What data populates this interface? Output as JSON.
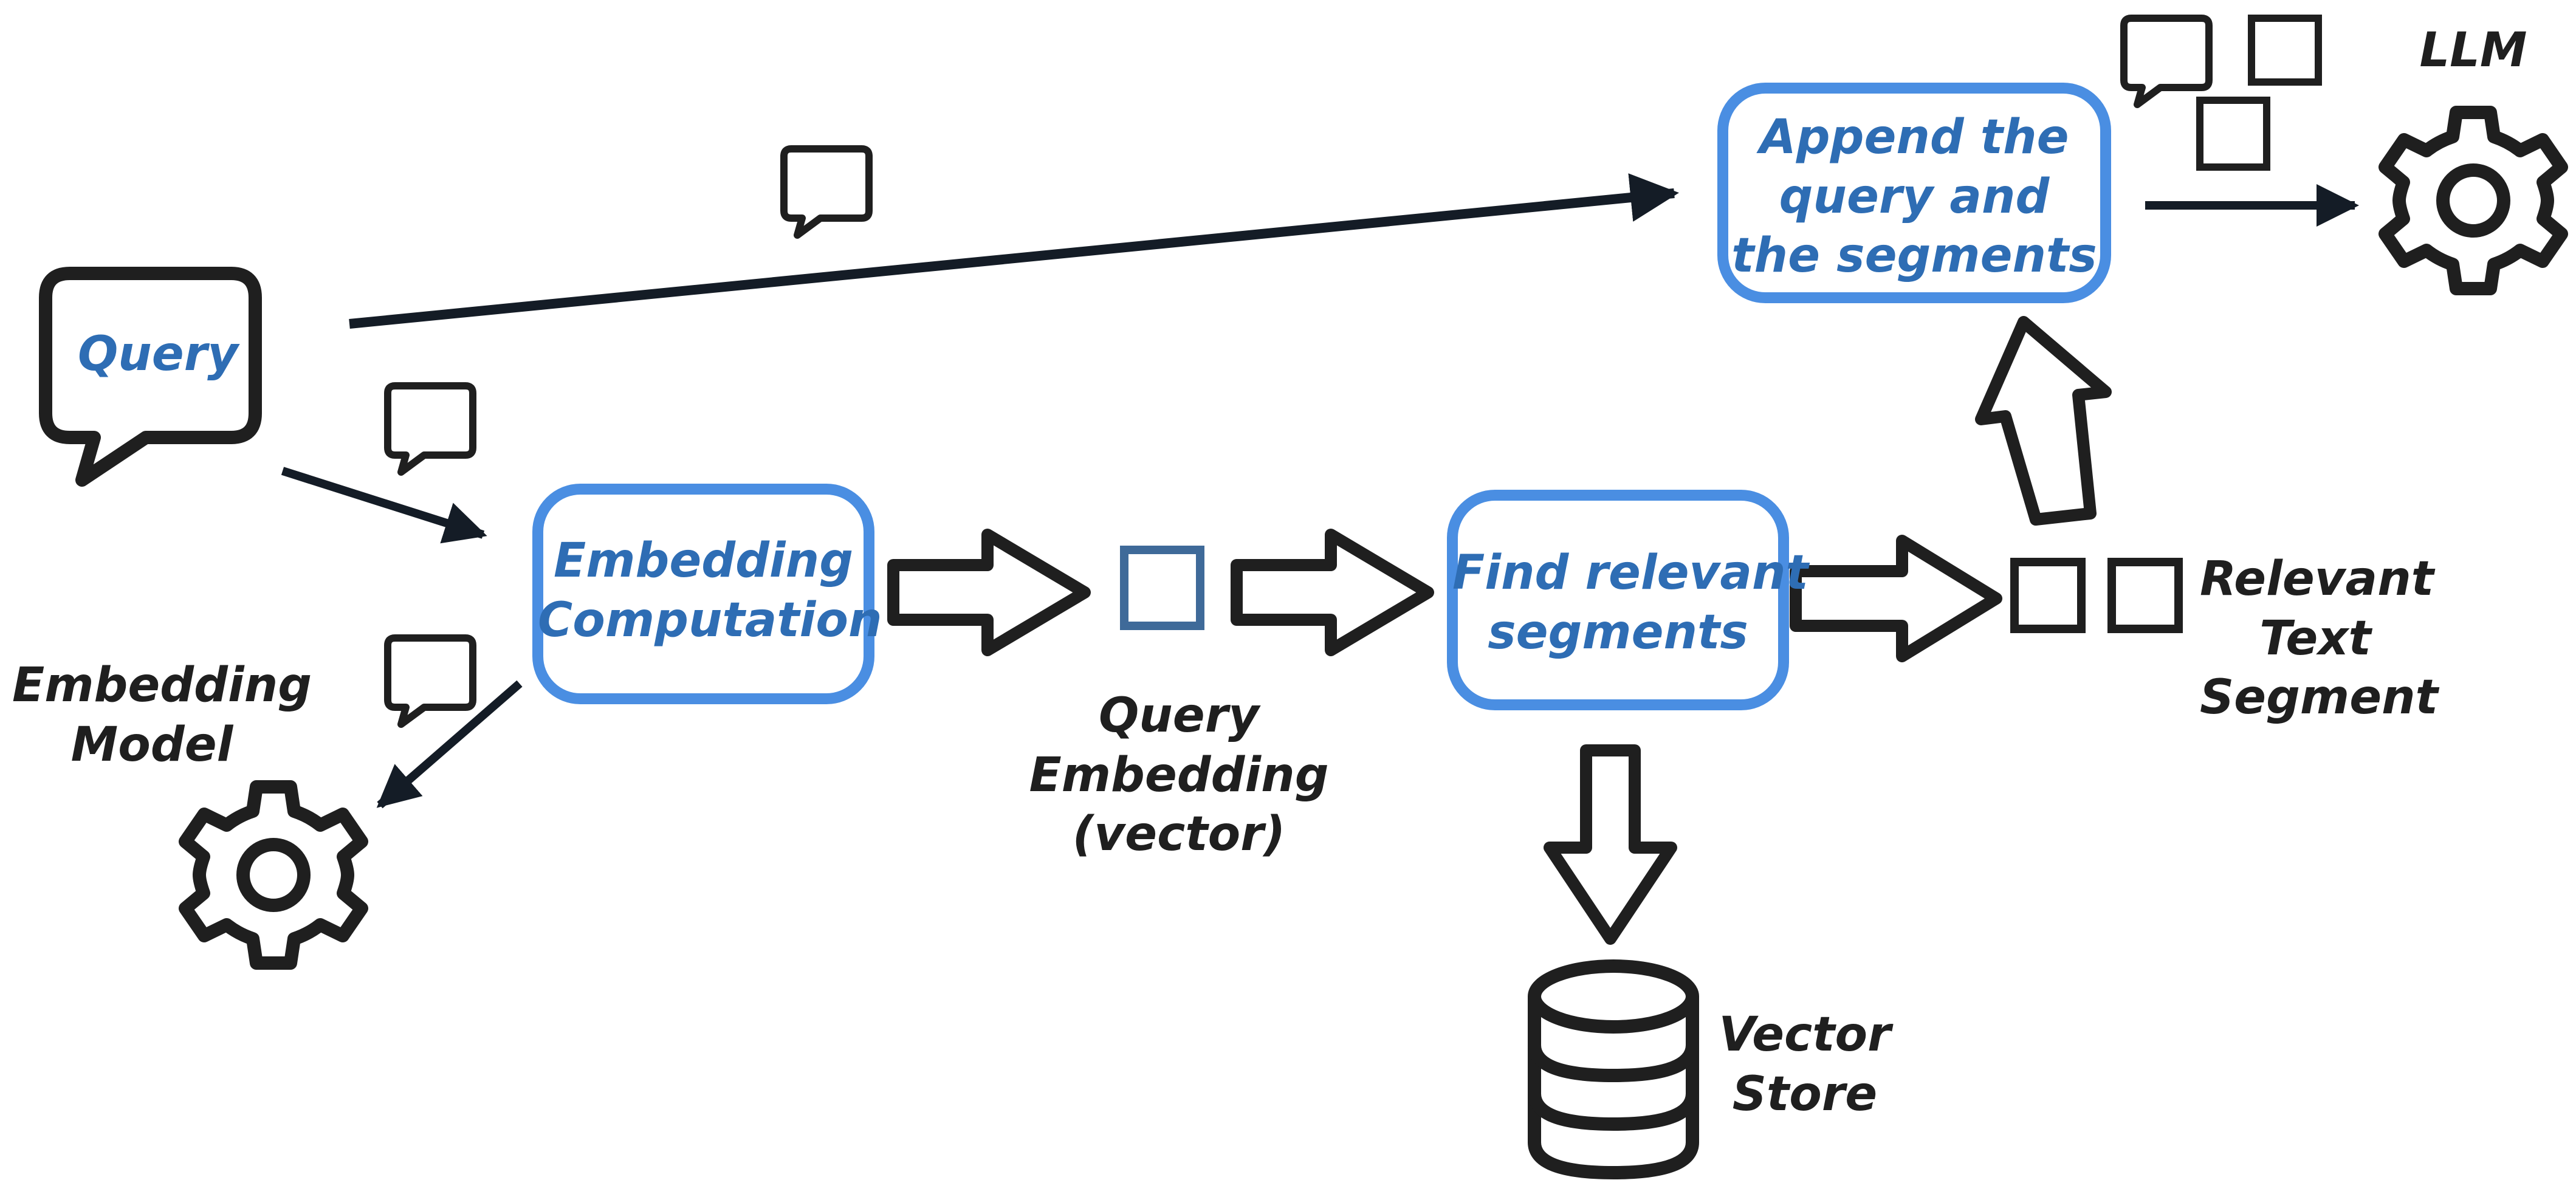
{
  "colors": {
    "ink": "#1f1f1f",
    "arrow_ink": "#141c26",
    "process_border": "#4a8ee2",
    "process_text": "#2e6db4",
    "vector_square": "#3f6a99",
    "background": "#ffffff"
  },
  "nodes": {
    "query": {
      "label": "Query",
      "icon": "speech-bubble-icon"
    },
    "embedding_computation": {
      "label_line1": "Embedding",
      "label_line2": "Computation"
    },
    "find_relevant_segments": {
      "label_line1": "Find relevant",
      "label_line2": "segments"
    },
    "append": {
      "label_line1": "Append the",
      "label_line2": "query and",
      "label_line3": "the segments"
    }
  },
  "labels": {
    "embedding_model": {
      "line1": "Embedding",
      "line2": "Model"
    },
    "query_embedding": {
      "line1": "Query",
      "line2": "Embedding",
      "line3": "(vector)"
    },
    "relevant_text_segment": {
      "line1": "Relevant",
      "line2": "Text",
      "line3": "Segment"
    },
    "vector_store": {
      "line1": "Vector",
      "line2": "Store"
    },
    "llm": "LLM"
  },
  "icons": [
    "speech-bubble-icon",
    "gear-icon",
    "database-icon",
    "square-icon",
    "block-arrow-icon"
  ]
}
